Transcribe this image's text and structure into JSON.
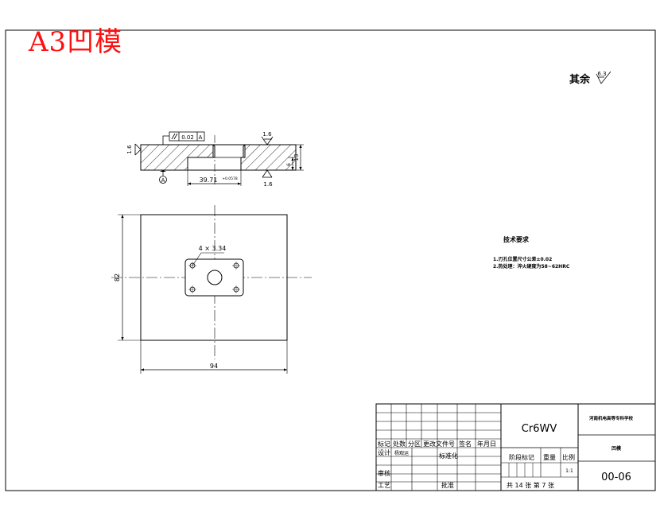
{
  "title_stamp": "A3凹模",
  "surface_finish": {
    "label": "其余",
    "value": "6.3"
  },
  "section_view": {
    "flatness_tolerance": "0.02",
    "datum": "A",
    "datum_marker": "A",
    "roughness_top": "1.6",
    "roughness_left": "1.6",
    "roughness_bottom": "1.6",
    "dim_width": "39.71",
    "dim_width_tol": "+0.0578",
    "dim_height": "13",
    "dim_step": "6"
  },
  "plan_view": {
    "hole_callout": "4 × 3.34",
    "dim_height": "82",
    "dim_width": "94"
  },
  "technical_requirements": {
    "heading": "技术要求",
    "items": [
      "1.刃孔位置尺寸公差±0.02",
      "2.热处理：淬火硬度为58~62HRC"
    ]
  },
  "title_block": {
    "material": "Cr6WV",
    "school": "河南机电高等专科学校",
    "part_name": "凹模",
    "drawing_number": "00-06",
    "row_headers": [
      "标记",
      "处数",
      "分区",
      "更改文件号",
      "签名",
      "年月日"
    ],
    "designer_label": "设计",
    "designer_name": "杨观运",
    "standardization_label": "标准化",
    "review_label": "审核",
    "process_label": "工艺",
    "approve_label": "批准",
    "stage_label": "阶段标记",
    "weight_label": "重量",
    "scale_label": "比例",
    "scale_value": "1:1",
    "sheet_info": "共 14 张  第 7 张"
  }
}
